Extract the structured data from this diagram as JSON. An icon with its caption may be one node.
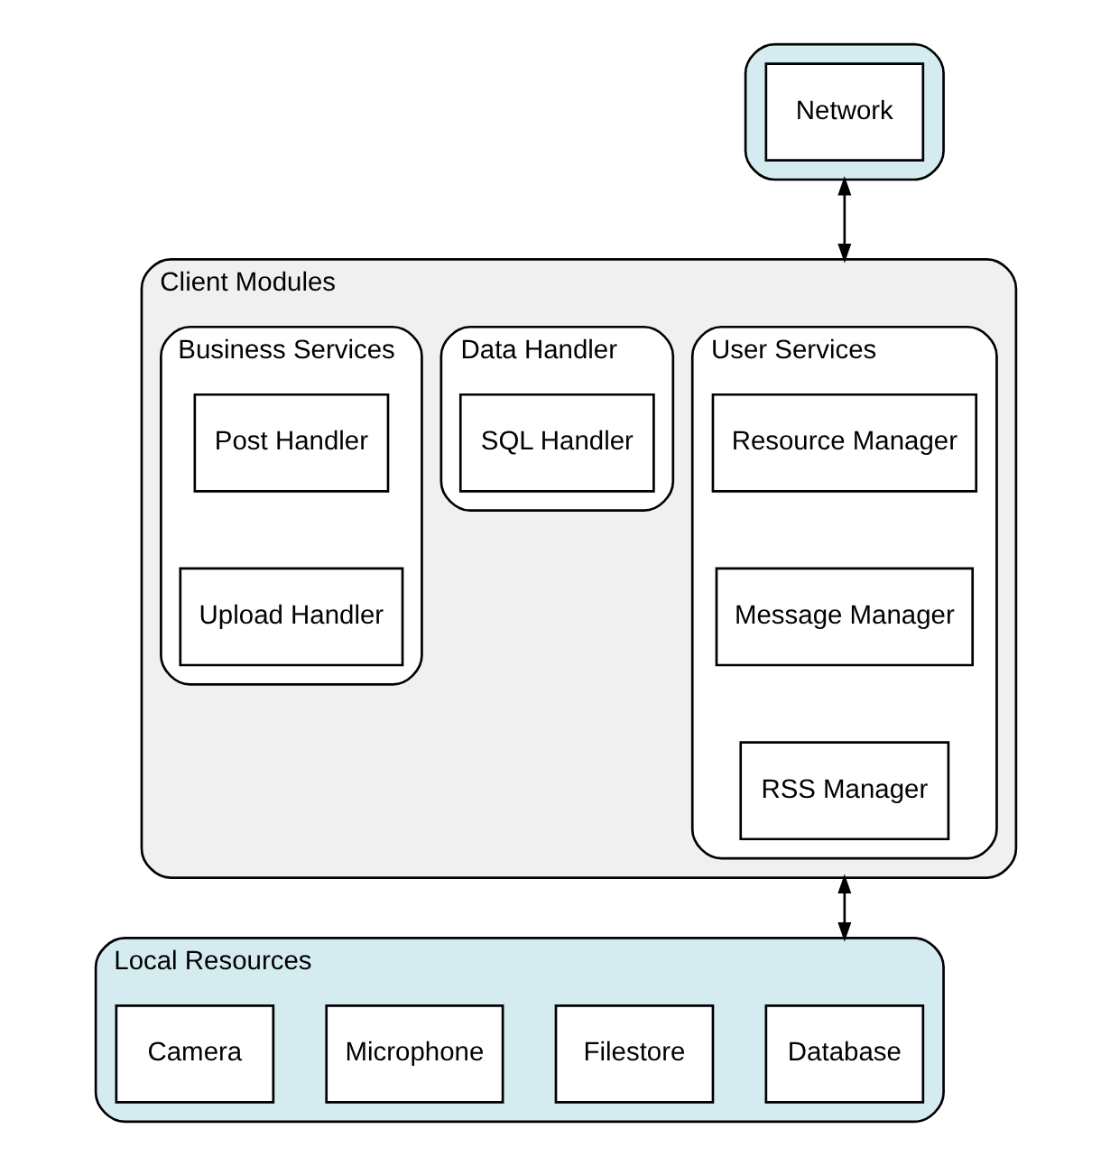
{
  "diagram": {
    "nodes": [
      {
        "text": [],
        "shape": "box"
      },
      {
        "text": [
          "Network"
        ],
        "in": 0
      },
      {
        "text": [
          "Client Modules"
        ]
      },
      {
        "text": [
          "User Services"
        ],
        "in": 2
      },
      {
        "text": [
          "Resource Manager"
        ],
        "in": 3
      },
      {
        "text": [
          "Message Manager"
        ],
        "in": 3
      },
      {
        "text": [
          "RSS Manager"
        ],
        "in": 3
      },
      {
        "text": [
          "Data Handler"
        ],
        "in": 2
      },
      {
        "text": [
          "SQL Handler"
        ],
        "in": 7
      },
      {
        "text": [
          "Business Services"
        ],
        "in": 2
      },
      {
        "text": [
          "Post Handler"
        ],
        "in": 9
      },
      {
        "text": [
          "Upload Handler"
        ],
        "in": 9
      },
      {
        "text": [
          "Local Resources"
        ]
      },
      {
        "text": [
          "Database"
        ],
        "in": 12
      },
      {
        "text": [
          "Filestore"
        ],
        "in": 12
      },
      {
        "text": [
          "Microphone"
        ],
        "in": 12
      },
      {
        "text": [
          "Camera"
        ],
        "in": 12
      }
    ],
    "edges": [
      {
        "from": 0,
        "to": 2,
        "arrow": "both"
      },
      {
        "from": 2,
        "to": 12,
        "arrow": "both"
      }
    ]
  }
}
